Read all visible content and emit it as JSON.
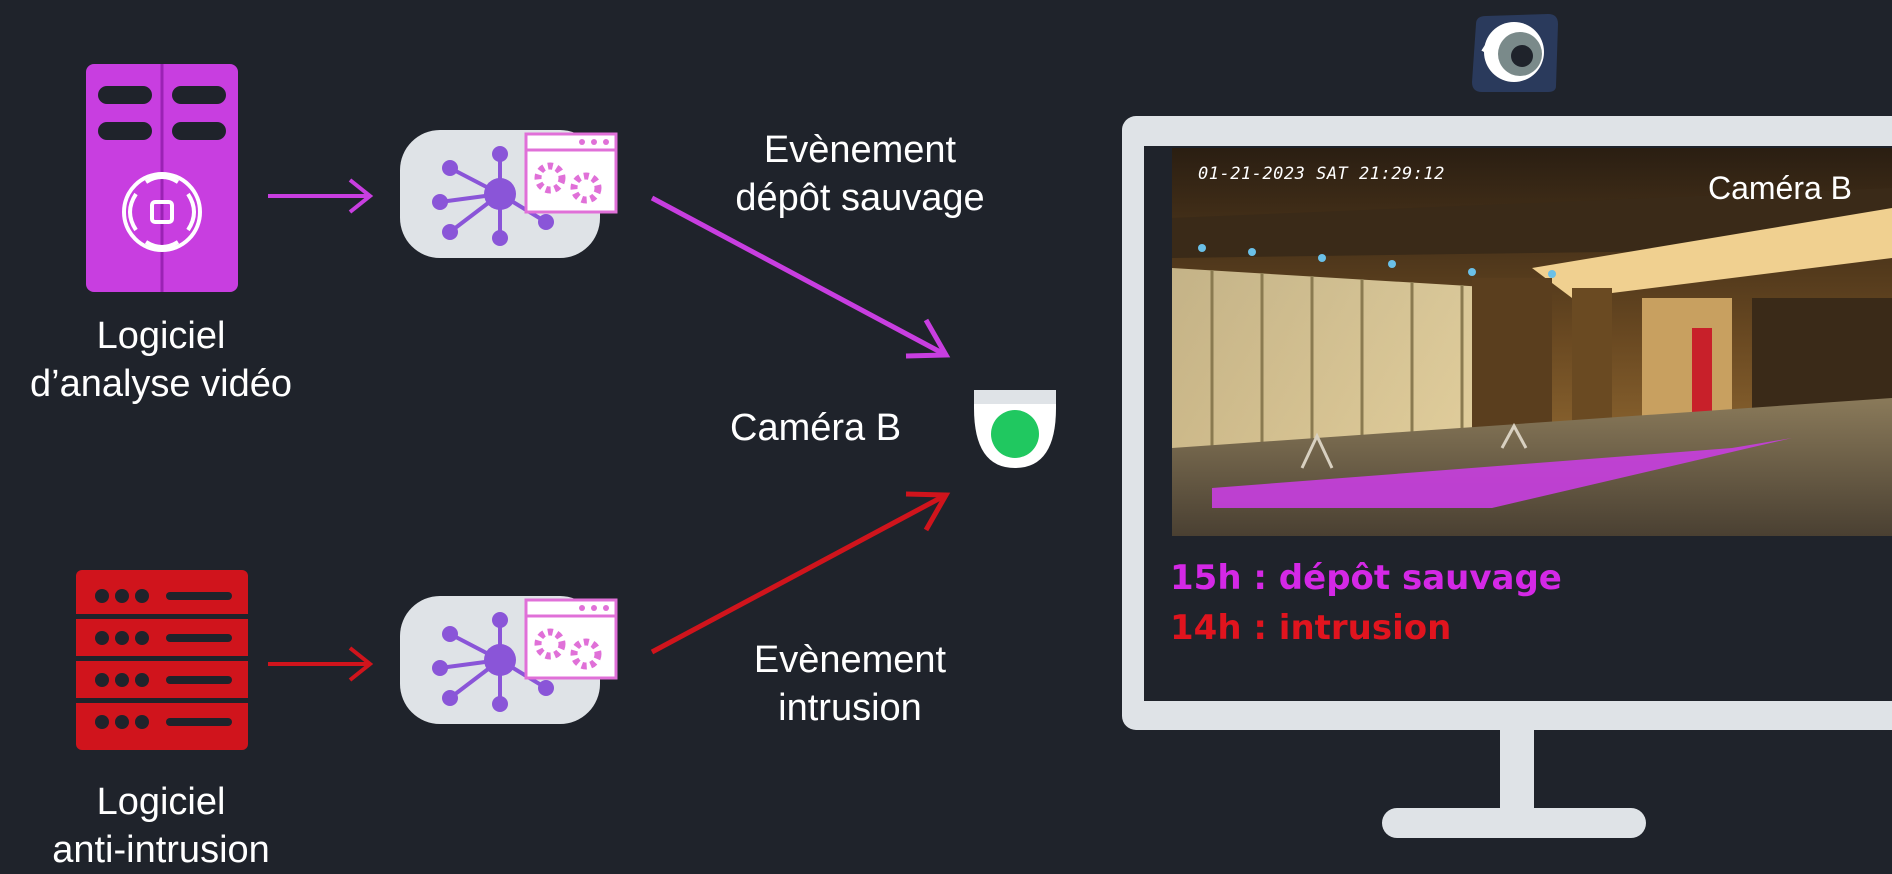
{
  "left_top": {
    "line1": "Logiciel",
    "line2": "d’analyse vidéo"
  },
  "left_bottom": {
    "line1": "Logiciel",
    "line2": "anti-intrusion"
  },
  "event_top": {
    "line1": "Evènement",
    "line2": "dépôt sauvage"
  },
  "event_bottom": {
    "line1": "Evènement",
    "line2": "intrusion"
  },
  "camera_label": "Caméra B",
  "monitor": {
    "timestamp": "01-21-2023 SAT  21:29:12",
    "camera_overlay": "Caméra B",
    "events": [
      {
        "text": "15h : dépôt sauvage",
        "color": "#d428e6"
      },
      {
        "text": "14h : intrusion",
        "color": "#e0141e"
      }
    ]
  },
  "colors": {
    "background": "#1f232b",
    "analysis_accent": "#c83ee0",
    "intrusion_accent": "#d0141c",
    "hub_node": "#8a55d8",
    "camera_led": "#20c860",
    "monitor_frame": "#dfe3e7"
  },
  "icons": {
    "analysis_server": "server-brain-icon",
    "intrusion_server": "server-rack-icon",
    "integration_hub": "network-hub-gear-icon",
    "camera": "dome-camera-icon",
    "brand": "eye-logo-icon"
  }
}
